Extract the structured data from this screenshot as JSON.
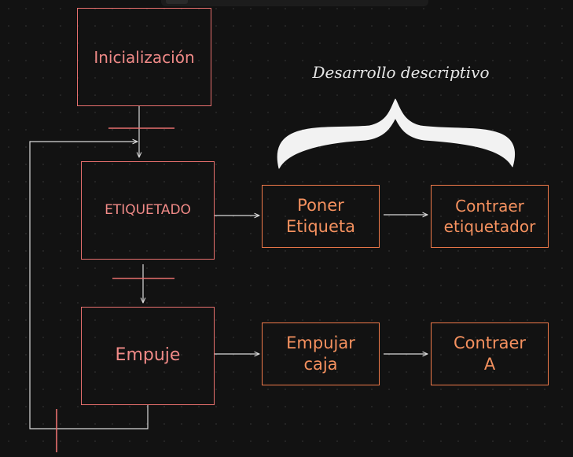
{
  "canvas": {
    "background": "#121212",
    "stroke_red": "#e8706e",
    "stroke_orange": "#f07a4a",
    "connector": "#d9d9d9",
    "brace": "#f2f2f2"
  },
  "nodes": {
    "inicializacion": "Inicialización",
    "etiquetado": "ETIQUETADO",
    "empuje": "Empuje",
    "poner_etiqueta": "Poner Etiqueta",
    "contraer_etiquetador": "Contraer etiquetador",
    "empujar_caja": "Empujar caja",
    "contraer_a": "Contraer A"
  },
  "annotation": {
    "label": "Desarrollo descriptivo"
  }
}
